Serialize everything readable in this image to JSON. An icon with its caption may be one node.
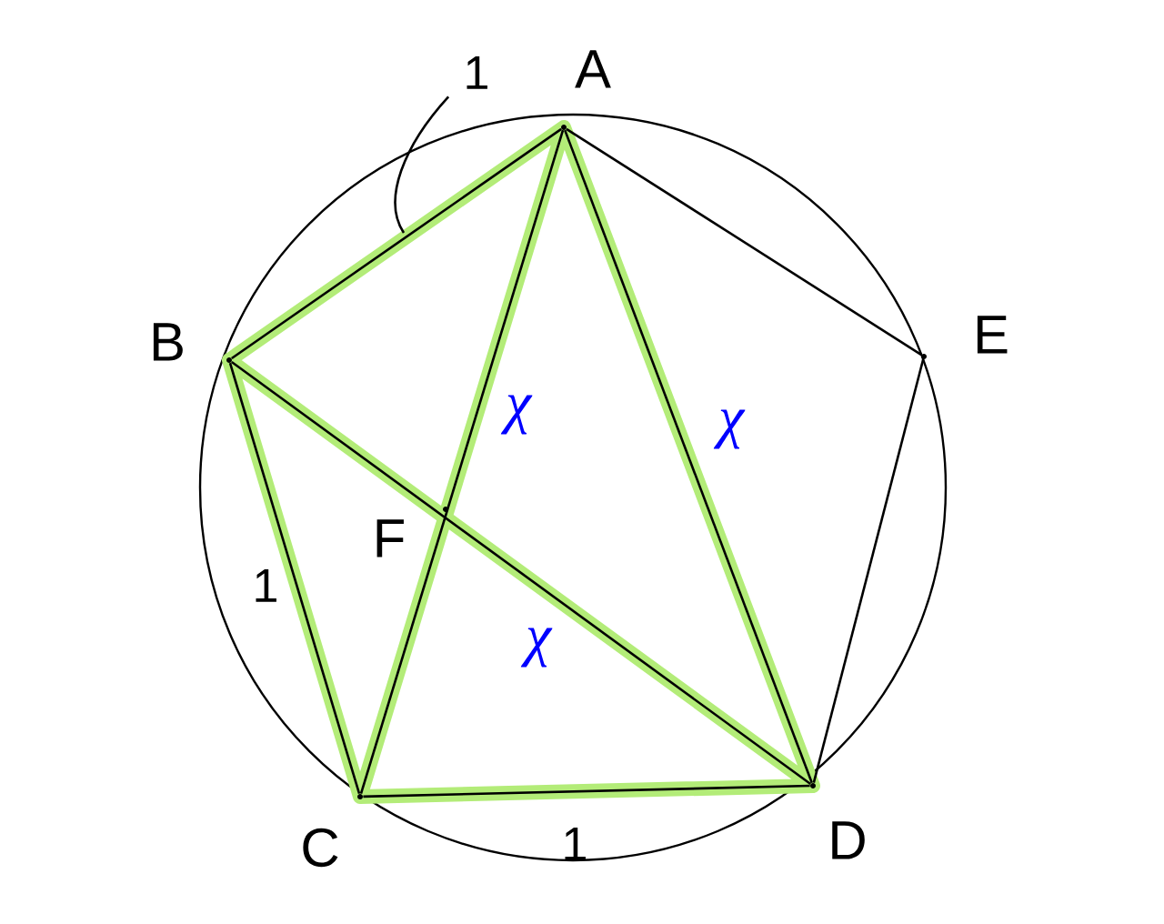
{
  "diagram": {
    "nodes": [
      {
        "text": [
          "A"
        ]
      },
      {
        "text": [
          "B"
        ]
      },
      {
        "text": [
          "C"
        ]
      },
      {
        "text": [
          "D"
        ]
      },
      {
        "text": [
          "E"
        ]
      },
      {
        "text": [
          "F"
        ]
      },
      {
        "text": [
          "1"
        ]
      }
    ],
    "edges": [
      {
        "from": 0,
        "to": 1,
        "arrow": "none"
      },
      {
        "from": 1,
        "to": 2,
        "arrow": "none"
      },
      {
        "from": 2,
        "to": 3,
        "arrow": "none"
      },
      {
        "from": 3,
        "to": 0,
        "arrow": "none"
      },
      {
        "from": 0,
        "to": 2,
        "arrow": "none"
      },
      {
        "from": 1,
        "to": 3,
        "arrow": "none"
      },
      {
        "from": 0,
        "to": 4,
        "arrow": "none"
      },
      {
        "from": 4,
        "to": 3,
        "arrow": "none"
      },
      {
        "from": 6,
        "to": null,
        "arrow": "none"
      }
    ],
    "labels": [
      "1",
      "1",
      "χ",
      "χ",
      "χ"
    ]
  }
}
